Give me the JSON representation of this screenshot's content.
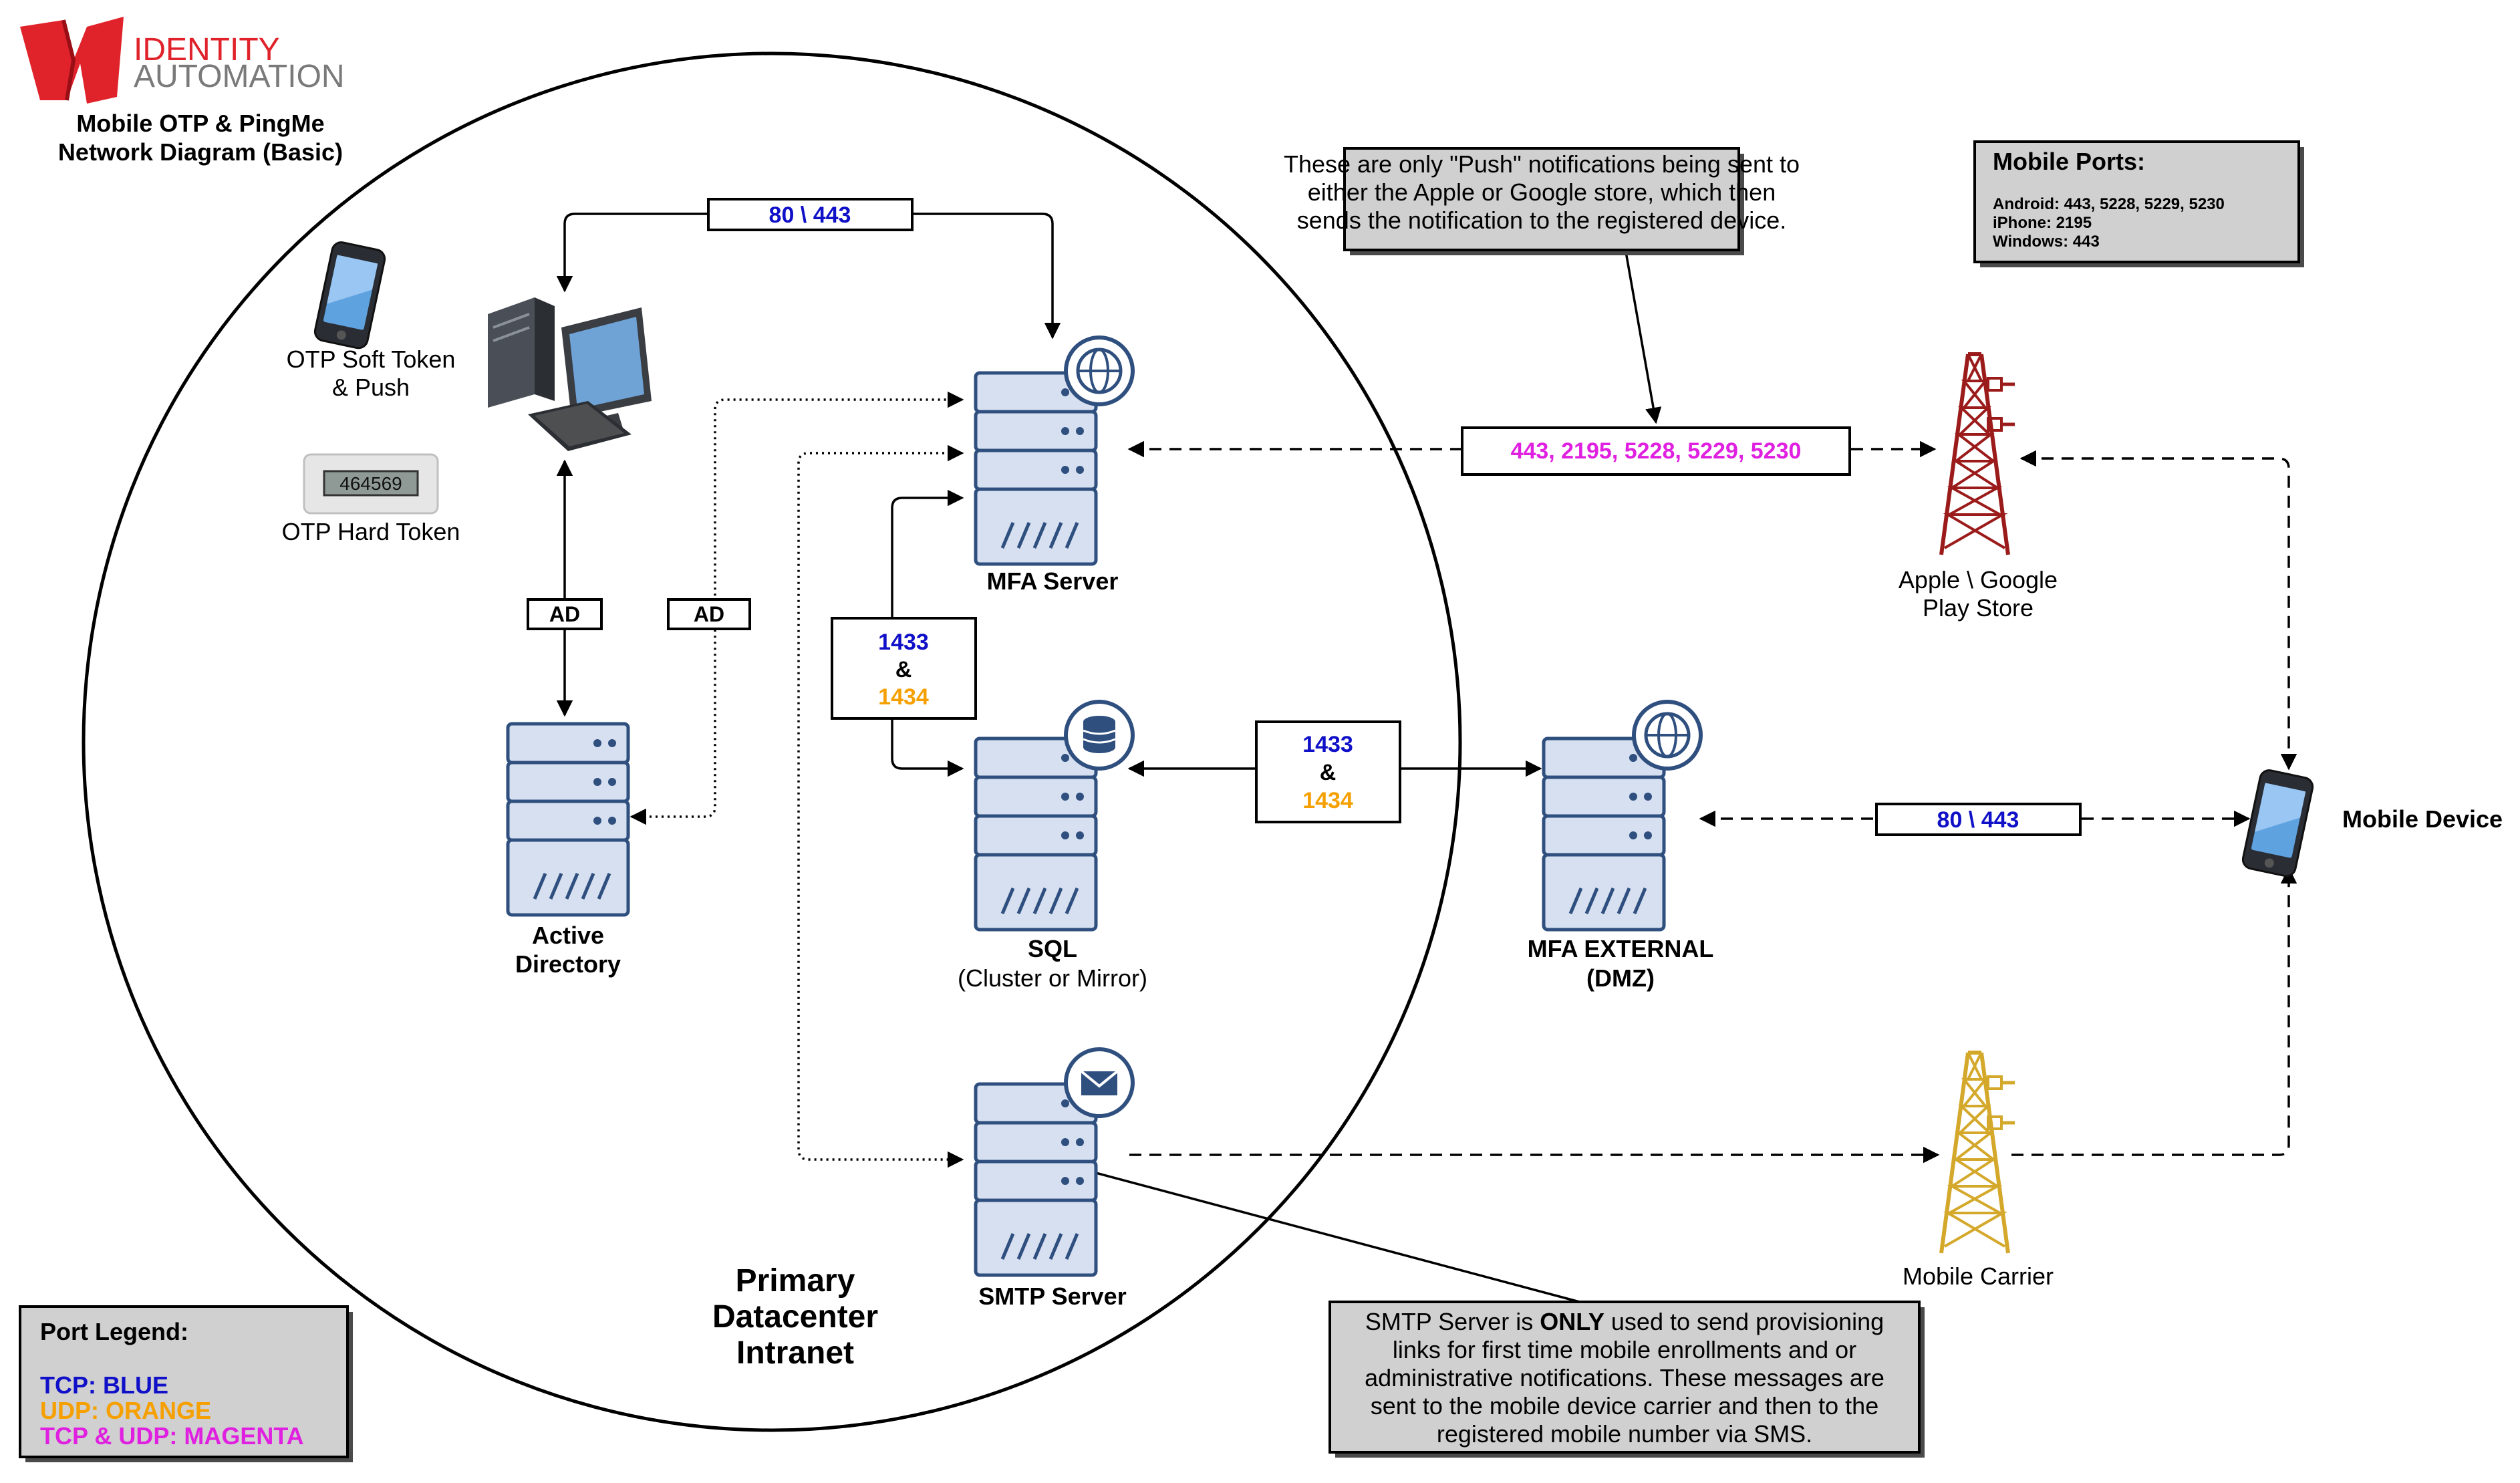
{
  "brand": {
    "line1": "IDENTITY",
    "line2": "AUTOMATION",
    "logo_color": "#e0232b",
    "text1_color": "#e0232b",
    "text2_color": "#7a7a7a"
  },
  "diagram_title": {
    "line1": "Mobile OTP & PingMe",
    "line2": "Network Diagram (Basic)"
  },
  "zone_label": [
    "Primary",
    "Datacenter",
    "Intranet"
  ],
  "nodes": {
    "soft_token": [
      "OTP Soft Token",
      "& Push"
    ],
    "hard_token": {
      "label": "OTP Hard Token",
      "display": "464569"
    },
    "mfa_server": "MFA Server",
    "active_directory": [
      "Active",
      "Directory"
    ],
    "sql": {
      "name": "SQL",
      "sub": "(Cluster or Mirror)"
    },
    "smtp_server": "SMTP Server",
    "mfa_external": [
      "MFA EXTERNAL",
      "(DMZ)"
    ],
    "app_store": [
      "Apple \\ Google",
      "Play Store"
    ],
    "mobile_carrier": "Mobile Carrier",
    "mobile_device": "Mobile Device"
  },
  "edge_labels": {
    "workstation_mfa": "80 \\ 443",
    "ad_workstation": "AD",
    "ad_mfa": "AD",
    "mfa_sql": {
      "tcp": "1433",
      "amp": "&",
      "udp": "1434"
    },
    "sql_external": {
      "tcp": "1433",
      "amp": "&",
      "udp": "1434"
    },
    "push_ports": "443, 2195, 5228, 5229, 5230",
    "external_mobile": "80 \\ 443"
  },
  "push_note": [
    "These are only \"Push\" notifications being sent to",
    "either the Apple or Google store, which then",
    "sends the notification to the registered device."
  ],
  "mobile_ports": {
    "title": "Mobile Ports:",
    "android": "Android: 443, 5228, 5229, 5230",
    "iphone": "iPhone: 2195",
    "windows": "Windows: 443"
  },
  "smtp_note": {
    "line1_pre": "SMTP Server is ",
    "line1_bold": "ONLY",
    "line1_post": " used to send provisioning",
    "lines": [
      "links for first time mobile enrollments and or",
      "administrative notifications. These messages are",
      "sent to the mobile device carrier and then to the",
      "registered mobile number via SMS."
    ]
  },
  "port_legend": {
    "title": "Port Legend:",
    "tcp": "TCP: BLUE",
    "udp": "UDP: ORANGE",
    "both": "TCP & UDP: MAGENTA"
  },
  "colors": {
    "tcp": "#1010c8",
    "udp": "#f5a000",
    "both": "#e020e0",
    "server_fill": "#d6e0f0",
    "server_stroke": "#2f4f7f",
    "app_store_tower": "#9b1b1b",
    "carrier_tower": "#d4a82a",
    "legend_fill": "#d0d0d0"
  }
}
